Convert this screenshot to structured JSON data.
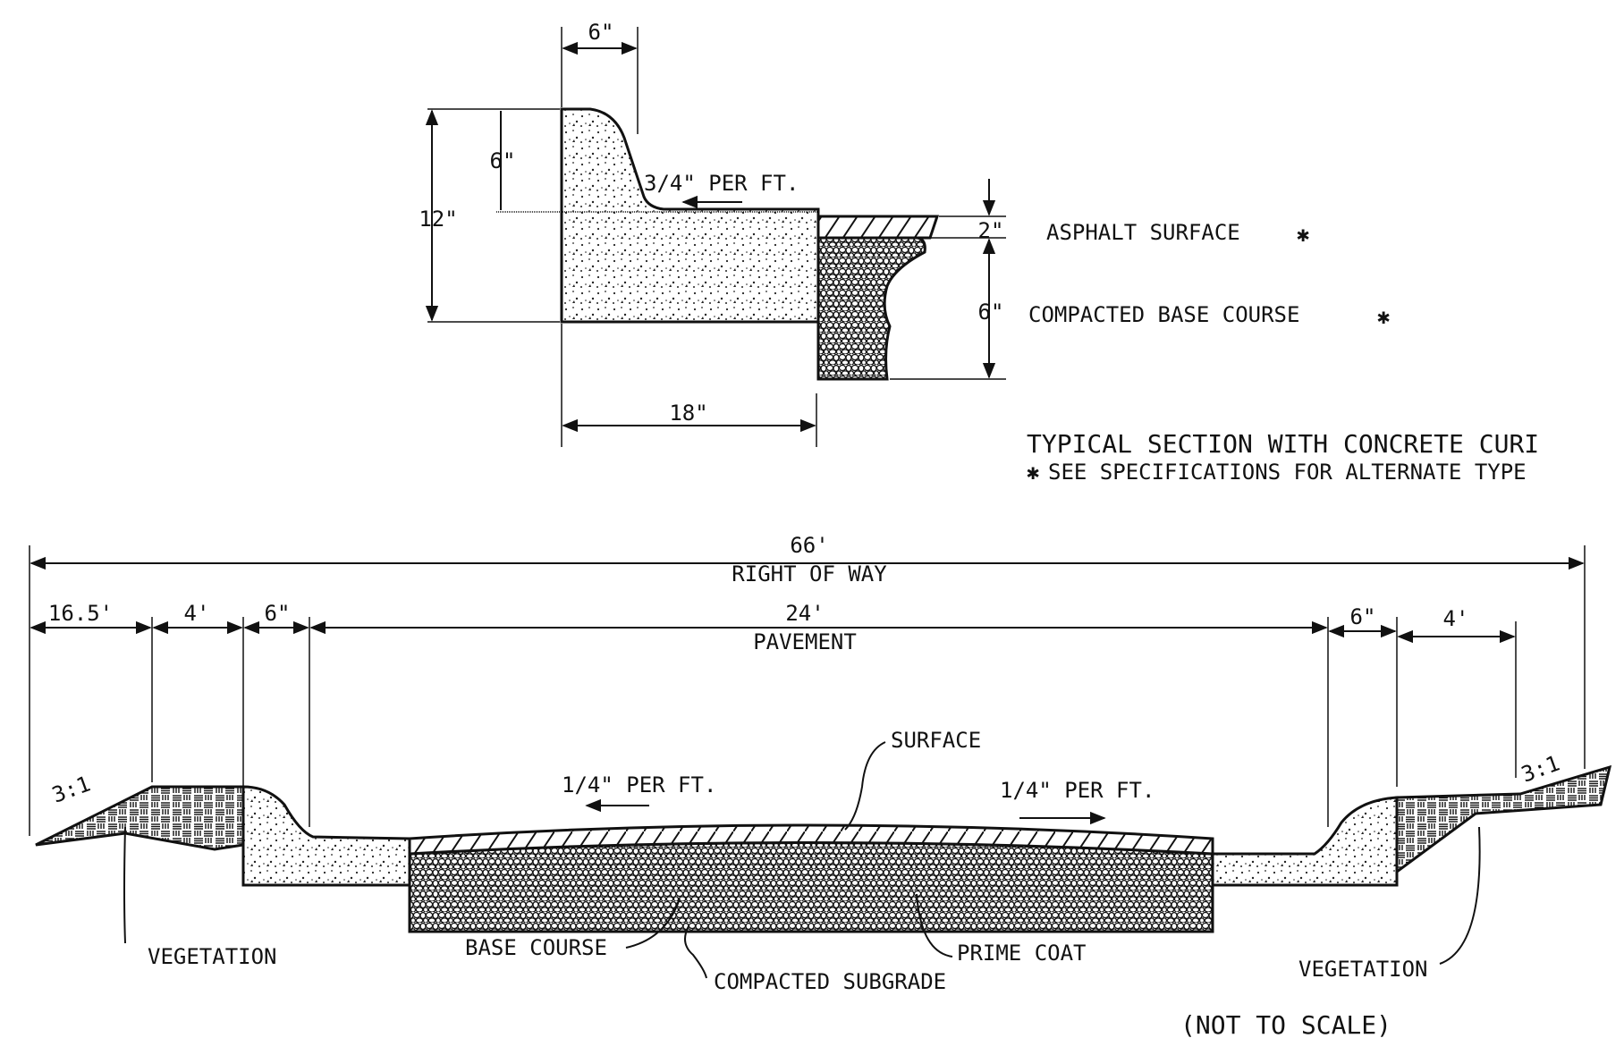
{
  "curb_detail": {
    "dim_curb_top": "6\"",
    "dim_curb_face": "6\"",
    "dim_curb_height": "12\"",
    "dim_gutter_width": "18\"",
    "gutter_slope": "3/4\" PER FT.",
    "dim_surface_thickness": "2\"",
    "dim_base_thickness": "6\"",
    "label_asphalt": "ASPHALT  SURFACE",
    "label_base": "COMPACTED  BASE  COURSE",
    "title_line1": "TYPICAL  SECTION  WITH  CONCRETE  CURI",
    "title_line2": "SEE  SPECIFICATIONS  FOR  ALTERNATE  TYPE"
  },
  "road_section": {
    "right_of_way_dim": "66'",
    "right_of_way_label": "RIGHT  OF  WAY",
    "dim_left_edge": "16.5'",
    "dim_left_4": "4'",
    "dim_left_6": "6\"",
    "pavement_dim": "24'",
    "pavement_label": "PAVEMENT",
    "dim_right_6": "6\"",
    "dim_right_4": "4'",
    "slope_left": "3:1",
    "slope_right": "3:1",
    "crown_slope_left": "1/4\" PER FT.",
    "crown_slope_right": "1/4\" PER FT.",
    "label_surface": "SURFACE",
    "label_base_course": "BASE  COURSE",
    "label_subgrade": "COMPACTED  SUBGRADE",
    "label_prime_coat": "PRIME  COAT",
    "label_vegetation_left": "VEGETATION",
    "label_vegetation_right": "VEGETATION",
    "note": "(NOT  TO  SCALE)"
  },
  "colors": {
    "ink": "#111111",
    "paper": "#ffffff"
  }
}
